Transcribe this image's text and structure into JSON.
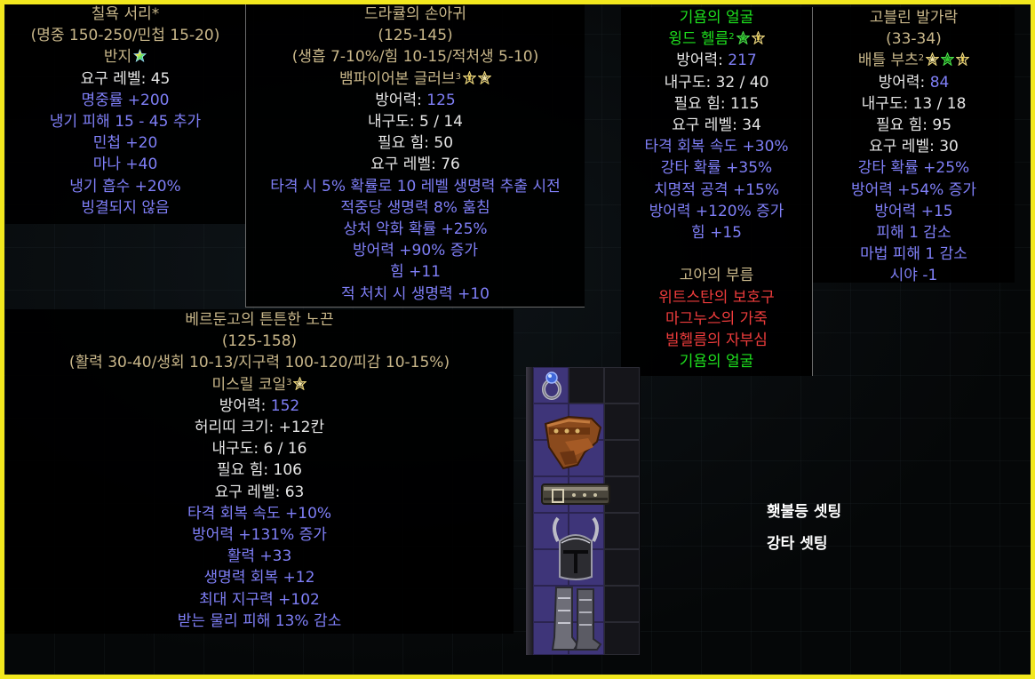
{
  "panels": {
    "ring": {
      "lines": [
        {
          "text": "칠욕 서리*",
          "color": "gold"
        },
        {
          "text": "(명중 150-250/민첩 15-20)",
          "color": "gold"
        },
        {
          "text": "반지",
          "color": "gold",
          "stars": [
            "rainbow"
          ]
        },
        {
          "text": "요구 레벨: 45",
          "color": "white"
        },
        {
          "text": "명중률 +200",
          "color": "blue"
        },
        {
          "text": "냉기 피해 15 - 45 추가",
          "color": "blue"
        },
        {
          "text": "민첩 +20",
          "color": "blue"
        },
        {
          "text": "마나 +40",
          "color": "blue"
        },
        {
          "text": "냉기 흡수 +20%",
          "color": "blue"
        },
        {
          "text": "빙결되지 않음",
          "color": "blue"
        }
      ]
    },
    "gloves": {
      "lines": [
        {
          "text": "드라큘의 손아귀",
          "color": "gold"
        },
        {
          "text": "(125-145)",
          "color": "gold"
        },
        {
          "text": "(생흡 7-10%/힘 10-15/적처생 5-10)",
          "color": "gold"
        },
        {
          "text": "뱀파이어본 글러브",
          "color": "gold",
          "sup": "3",
          "stars": [
            "gold-num",
            "gold"
          ]
        },
        {
          "text": "방어력: ",
          "color": "white",
          "value": "125"
        },
        {
          "text": "내구도: 5 / 14",
          "color": "white"
        },
        {
          "text": "필요 힘: 50",
          "color": "white"
        },
        {
          "text": "요구 레벨: 76",
          "color": "white"
        },
        {
          "text": "타격 시 5% 확률로 10 레벨 생명력 추출 시전",
          "color": "blue"
        },
        {
          "text": "적중당 생명력 8% 훔침",
          "color": "blue"
        },
        {
          "text": "상처 악화 확률 +25%",
          "color": "blue"
        },
        {
          "text": "방어력 +90% 증가",
          "color": "blue"
        },
        {
          "text": "힘 +11",
          "color": "blue"
        },
        {
          "text": "적 처치 시 생명력 +10",
          "color": "blue"
        }
      ]
    },
    "helm": {
      "lines": [
        {
          "text": "기욤의 얼굴",
          "color": "green"
        },
        {
          "text": "윙드 헬름",
          "color": "green",
          "sup": "2",
          "stars": [
            "green",
            "gold-num"
          ]
        },
        {
          "text": "방어력: ",
          "color": "white",
          "value": "217"
        },
        {
          "text": "내구도: 32 / 40",
          "color": "white"
        },
        {
          "text": "필요 힘: 115",
          "color": "white"
        },
        {
          "text": "요구 레벨: 34",
          "color": "white"
        },
        {
          "text": "타격 회복 속도 +30%",
          "color": "blue"
        },
        {
          "text": "강타 확률 +35%",
          "color": "blue"
        },
        {
          "text": "치명적 공격 +15%",
          "color": "blue"
        },
        {
          "text": "방어력 +120% 증가",
          "color": "blue"
        },
        {
          "text": "힘 +15",
          "color": "blue"
        },
        {
          "text": "",
          "color": "blue"
        },
        {
          "text": "고아의 부름",
          "color": "gold"
        },
        {
          "text": "위트스탄의 보호구",
          "color": "red"
        },
        {
          "text": "마그누스의 가죽",
          "color": "red"
        },
        {
          "text": "빌헬름의 자부심",
          "color": "red"
        },
        {
          "text": "기욤의 얼굴",
          "color": "green"
        }
      ]
    },
    "boots": {
      "lines": [
        {
          "text": "고블린 발가락",
          "color": "gold"
        },
        {
          "text": "(33-34)",
          "color": "gold"
        },
        {
          "text": "배틀 부츠",
          "color": "gold",
          "sup": "2",
          "stars": [
            "gold",
            "green",
            "gold-num"
          ]
        },
        {
          "text": "방어력: ",
          "color": "white",
          "value": "84"
        },
        {
          "text": "내구도: 13 / 18",
          "color": "white"
        },
        {
          "text": "필요 힘: 95",
          "color": "white"
        },
        {
          "text": "요구 레벨: 30",
          "color": "white"
        },
        {
          "text": "강타 확률 +25%",
          "color": "blue"
        },
        {
          "text": "방어력 +54% 증가",
          "color": "blue"
        },
        {
          "text": "방어력 +15",
          "color": "blue"
        },
        {
          "text": "피해 1 감소",
          "color": "blue"
        },
        {
          "text": "마법 피해 1 감소",
          "color": "blue"
        },
        {
          "text": "시야 -1",
          "color": "blue"
        }
      ]
    },
    "belt": {
      "lines": [
        {
          "text": "베르둔고의 튼튼한 노끈",
          "color": "gold"
        },
        {
          "text": "(125-158)",
          "color": "gold"
        },
        {
          "text": "(활력 30-40/생회 10-13/지구력 100-120/피감 10-15%)",
          "color": "gold"
        },
        {
          "text": "미스릴 코일",
          "color": "gold",
          "sup": "3",
          "stars": [
            "gold"
          ]
        },
        {
          "text": "방어력: ",
          "color": "white",
          "value": "152"
        },
        {
          "text": "허리띠 크기: +12칸",
          "color": "white"
        },
        {
          "text": "내구도: 6 / 16",
          "color": "white"
        },
        {
          "text": "필요 힘: 106",
          "color": "white"
        },
        {
          "text": "요구 레벨: 63",
          "color": "white"
        },
        {
          "text": "타격 회복 속도 +10%",
          "color": "blue"
        },
        {
          "text": "방어력 +131% 증가",
          "color": "blue"
        },
        {
          "text": "활력 +33",
          "color": "blue"
        },
        {
          "text": "생명력 회복 +12",
          "color": "blue"
        },
        {
          "text": "최대 지구력 +102",
          "color": "blue"
        },
        {
          "text": "받는 물리 피해 13% 감소",
          "color": "blue"
        }
      ]
    }
  },
  "inventory": {
    "items": [
      "ring-icon",
      "gloves-icon",
      "belt-icon",
      "helm-icon",
      "boots-icon"
    ]
  },
  "notes": {
    "line1": "횃불등 셋팅",
    "line2": "강타 셋팅"
  },
  "colors": {
    "frame": "#f2e81e",
    "gold": "#c9b78a",
    "blue": "#7f7ff7",
    "green": "#1ee01e",
    "red": "#ee3c3c",
    "white": "#e6e6e6"
  }
}
